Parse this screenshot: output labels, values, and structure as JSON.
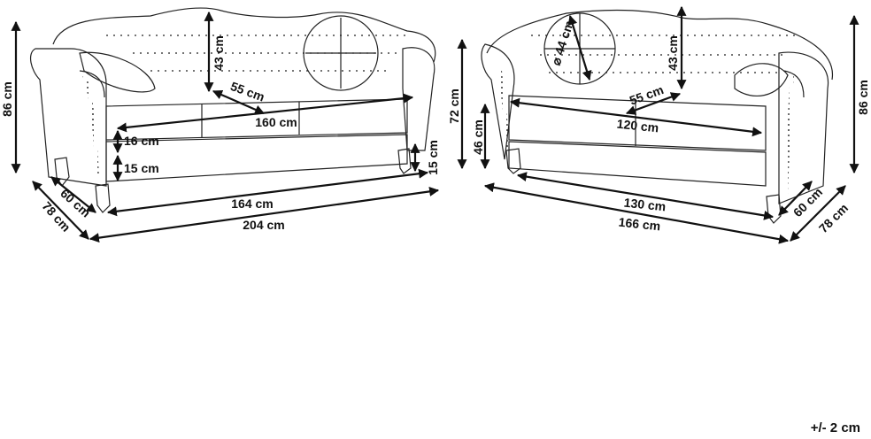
{
  "sofa_3seat": {
    "total_height": "86 cm",
    "back_height": "43 cm",
    "seat_depth": "55 cm",
    "seat_width": "160 cm",
    "cushion_height": "16 cm",
    "seat_base": "15 cm",
    "leg_height": "15 cm",
    "inner_length": "164 cm",
    "total_length": "204 cm",
    "inner_depth": "60 cm",
    "total_depth": "78 cm"
  },
  "sofa_2seat": {
    "total_height_left": "72 cm",
    "seat_height": "46 cm",
    "pillow_diameter": "⌀ 44 cm",
    "back_height": "43 cm",
    "seat_depth": "55 cm",
    "seat_width": "120 cm",
    "inner_length": "130 cm",
    "total_length": "166 cm",
    "inner_depth": "60 cm",
    "total_depth": "78 cm",
    "total_height_right": "86 cm"
  },
  "tolerance": "+/- 2 cm"
}
